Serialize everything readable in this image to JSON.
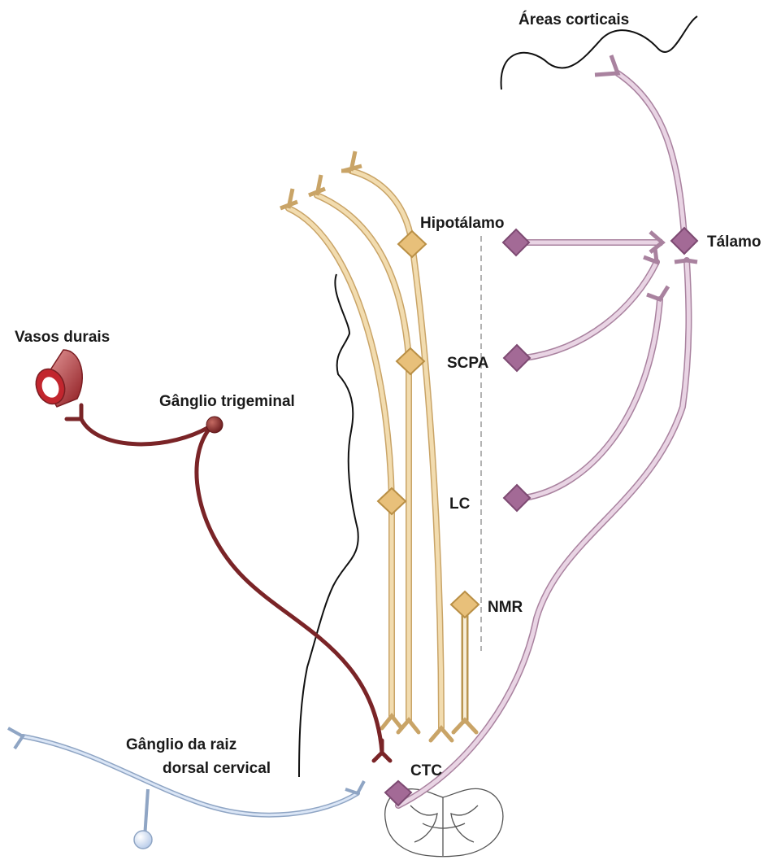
{
  "labels": {
    "areas_corticais": "Áreas corticais",
    "hipotalamo": "Hipotálamo",
    "talamo": "Tálamo",
    "vasos_durais": "Vasos durais",
    "ganglio_trigeminal": "Gânglio trigeminal",
    "scpa": "SCPA",
    "lc": "LC",
    "nmr": "NMR",
    "ganglio_raiz_1": "Gânglio da raiz",
    "ganglio_raiz_2": "dorsal cervical",
    "ctc": "CTC"
  },
  "colors": {
    "tan_fill": "#f2dcaf",
    "tan_stroke": "#c9a467",
    "tan_node": "#e8c07a",
    "purple_fill": "#e9d4e4",
    "purple_stroke": "#a9829f",
    "purple_node": "#a36a96",
    "maroon": "#7a2427",
    "blue_fill": "#dbe6f6",
    "blue_stroke": "#8fa5c4",
    "outline": "#111111",
    "dashed": "#9a9a9a"
  }
}
